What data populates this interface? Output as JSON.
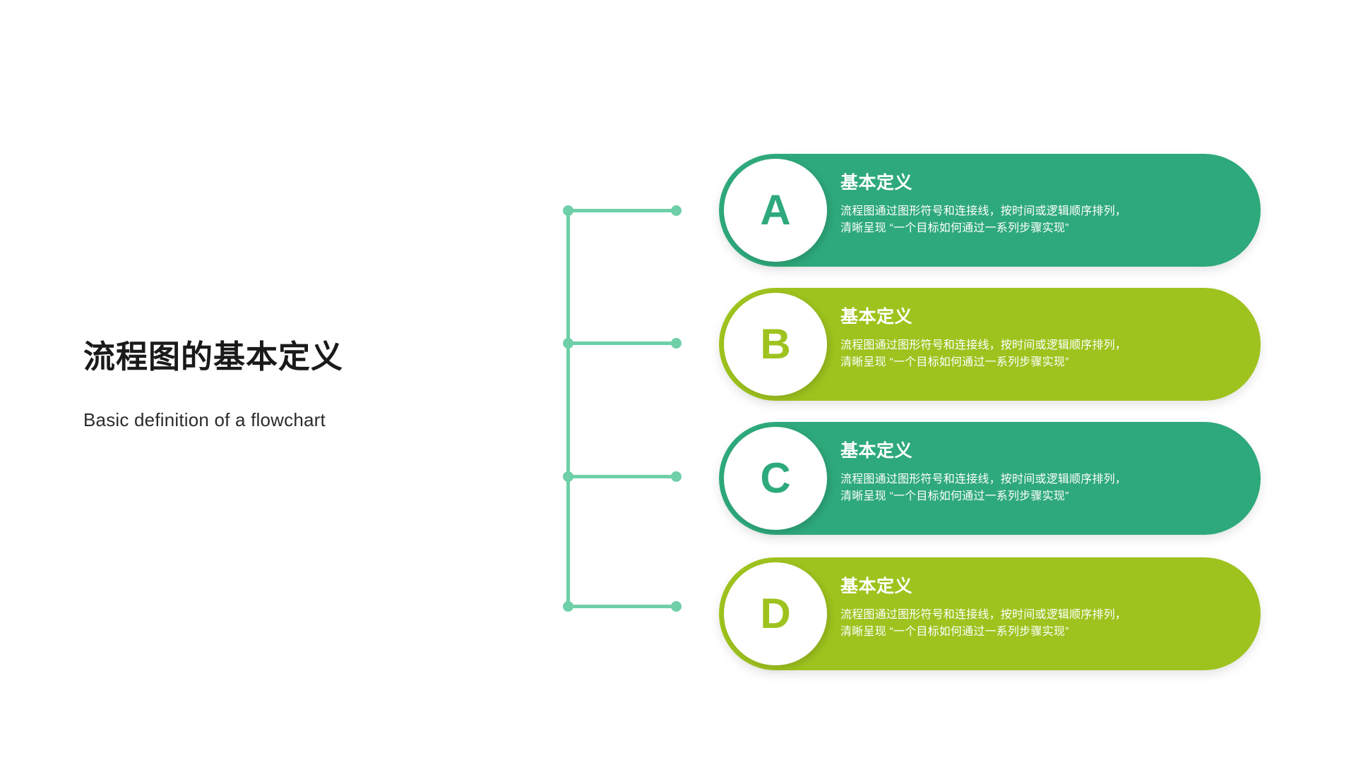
{
  "slide": {
    "background_color": "#FFFFFF",
    "title": "流程图的基本定义",
    "subtitle": "Basic definition of a flowchart"
  },
  "theme": {
    "green": "#2EA97B",
    "lime": "#9EC31E",
    "connector": "#6ECFA8",
    "badge_bg": "#FFFFFF",
    "card_text": "#FFFFFF",
    "title_color": "#1A1A1A"
  },
  "connector": {
    "name": "connector-tree",
    "branch_count": 4,
    "node_labels": [
      "A",
      "B",
      "C",
      "D"
    ]
  },
  "cards": [
    {
      "letter": "A",
      "heading": "基本定义",
      "body_line1": "流程图通过图形符号和连接线，按时间或逻辑顺序排列，",
      "body_line2": "清晰呈现 “一个目标如何通过一系列步骤实现”",
      "color": "#2EA97B",
      "style": "green"
    },
    {
      "letter": "B",
      "heading": "基本定义",
      "body_line1": "流程图通过图形符号和连接线，按时间或逻辑顺序排列，",
      "body_line2": "清晰呈现 “一个目标如何通过一系列步骤实现”",
      "color": "#9EC31E",
      "style": "lime"
    },
    {
      "letter": "C",
      "heading": "基本定义",
      "body_line1": "流程图通过图形符号和连接线，按时间或逻辑顺序排列，",
      "body_line2": "清晰呈现 “一个目标如何通过一系列步骤实现”",
      "color": "#2EA97B",
      "style": "green"
    },
    {
      "letter": "D",
      "heading": "基本定义",
      "body_line1": "流程图通过图形符号和连接线，按时间或逻辑顺序排列，",
      "body_line2": "清晰呈现 “一个目标如何通过一系列步骤实现”",
      "color": "#9EC31E",
      "style": "lime"
    }
  ]
}
